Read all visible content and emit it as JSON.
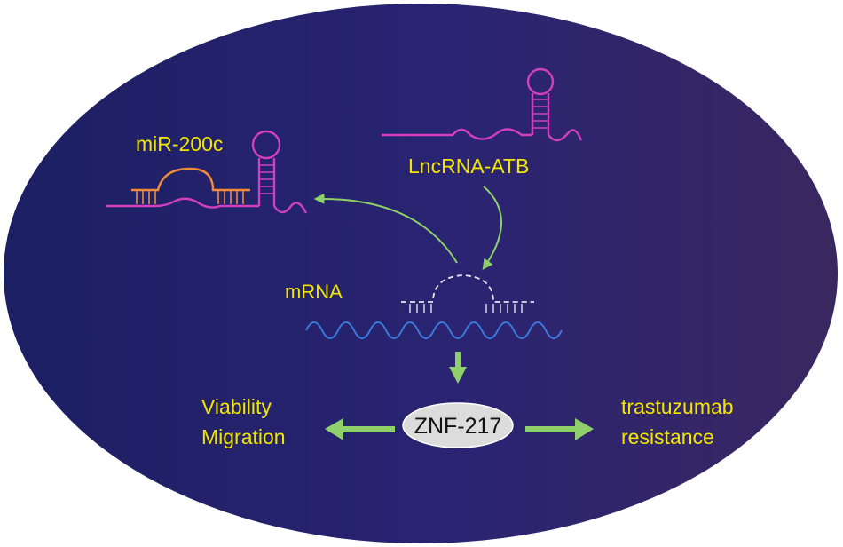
{
  "labels": {
    "mirna": "miR-200c",
    "lncrna": "LncRNA-ATB",
    "mrna": "mRNA",
    "protein": "ZNF-217",
    "left_line1": "Viability",
    "left_line2": "Migration",
    "right_line1": "trastuzumab",
    "right_line2": "resistance"
  },
  "colors": {
    "ellipse_left": "#1c1f63",
    "ellipse_mid": "#2a2472",
    "ellipse_right": "#3a2760",
    "label_yellow": "#f2e600",
    "rna_magenta": "#d23fbf",
    "mirna_orange": "#f08a3c",
    "mrna_blue": "#3a78d8",
    "arrow_green": "#8fd06a",
    "oval_fill": "#dcdcdc",
    "oval_text": "#111111"
  }
}
